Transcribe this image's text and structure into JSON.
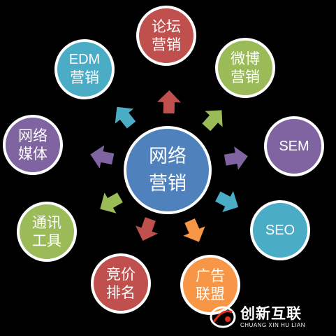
{
  "diagram": {
    "center": {
      "line1": "网络",
      "line2": "营销",
      "color": "#4f81bd"
    },
    "nodes": [
      {
        "key": "forum",
        "line1": "论坛",
        "line2": "营销",
        "color": "#c0504d"
      },
      {
        "key": "weibo",
        "line1": "微博",
        "line2": "营销",
        "color": "#9bbb59"
      },
      {
        "key": "sem",
        "line1": "SEM",
        "line2": "",
        "color": "#8064a2"
      },
      {
        "key": "seo",
        "line1": "SEO",
        "line2": "",
        "color": "#4bacc6"
      },
      {
        "key": "ads",
        "line1": "广告",
        "line2": "联盟",
        "color": "#f79646"
      },
      {
        "key": "bidding",
        "line1": "竞价",
        "line2": "排名",
        "color": "#c0504d"
      },
      {
        "key": "tools",
        "line1": "通讯",
        "line2": "工具",
        "color": "#9bbb59"
      },
      {
        "key": "media",
        "line1": "网络",
        "line2": "媒体",
        "color": "#8064a2"
      },
      {
        "key": "edm",
        "line1": "EDM",
        "line2": "营销",
        "color": "#4bacc6"
      }
    ],
    "arrow_colors": {
      "forum": "#c0504d",
      "weibo": "#9bbb59",
      "sem": "#8064a2",
      "seo": "#4bacc6",
      "ads": "#f79646",
      "bidding": "#c0504d",
      "tools": "#9bbb59",
      "media": "#8064a2",
      "edm": "#4bacc6"
    }
  },
  "watermark": {
    "title": "创新互联",
    "subtitle": "CHUANG XIN HU LIAN",
    "icon": "chuangxin-logo-icon"
  }
}
